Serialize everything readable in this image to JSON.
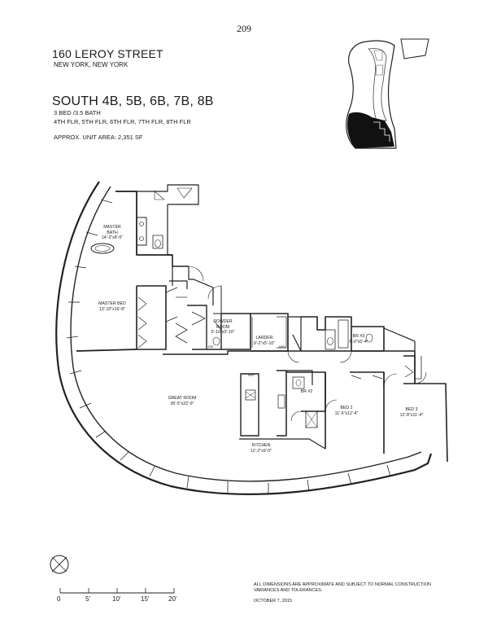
{
  "page_number": "209",
  "header": {
    "address": "160 LEROY STREET",
    "city": "NEW YORK, NEW YORK",
    "units": "SOUTH 4B, 5B, 6B, 7B, 8B",
    "bed_bath": "3 BED /3.5 BATH",
    "floors": "4TH FLR, 5TH FLR, 6TH FLR, 7TH FLR, 8TH FLR",
    "area": "APPROX. UNIT AREA: 2,351 SF"
  },
  "rooms": {
    "master_bath": "MASTER\nBATH\n14'-3\"x8'-6\"",
    "master_bed": "MASTER BED\n13'-10\"x16'-8\"",
    "powder_room": "POWDER\nROOM\n5'-10\"x3'-10\"",
    "larder": "LARDER\n9'-2\"x5'-10\"",
    "br3": "BR #3\n8'-0\"x5'-4\"",
    "br2": "BR #2",
    "great_room": "GREAT ROOM\n36'-5\"x22'-9\"",
    "bed2": "BED 2\n11'-6\"x12'-4\"",
    "bed3": "BED 3\n12'-8\"x11'-4\"",
    "kitchen": "KITCHEN\n12'-2\"x9'-0\"",
    "dw": "DW",
    "wd": "W/D",
    "ref": "REF"
  },
  "scale_labels": [
    "0",
    "5'",
    "10'",
    "15'",
    "20'"
  ],
  "footer": {
    "disclaimer": "ALL DIMENSIONS ARE APPROXIMATE AND SUBJECT TO NORMAL CONSTRUCTION VARIANCES AND TOLERANCES.",
    "date": "OCTOBER 7, 2015"
  }
}
